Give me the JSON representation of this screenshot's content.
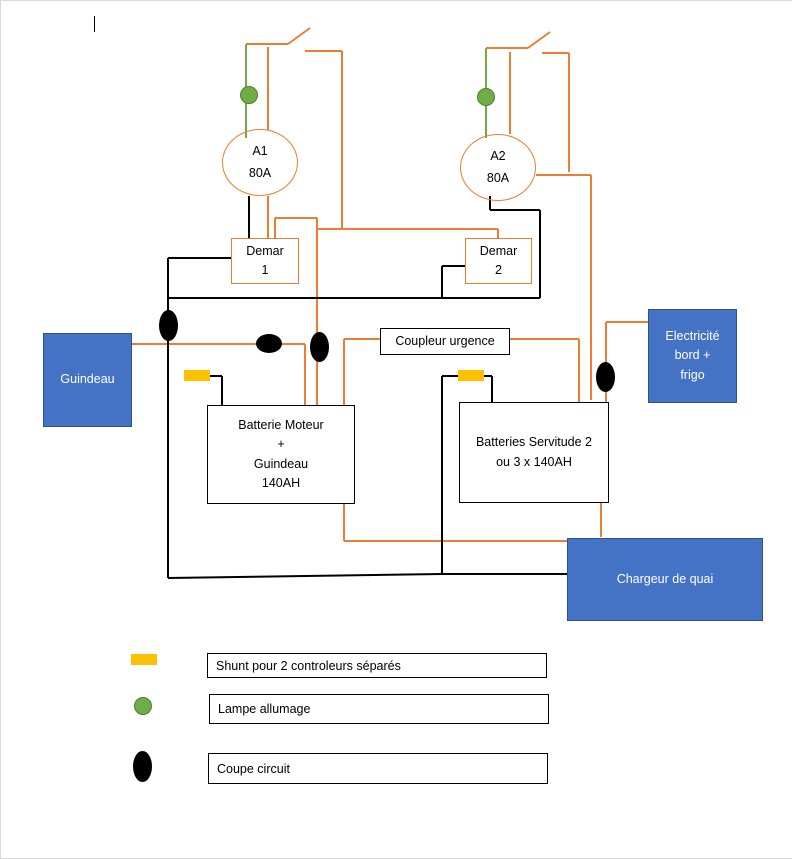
{
  "components": {
    "relay_a1": {
      "line1": "A1",
      "line2": "80A"
    },
    "relay_a2": {
      "line1": "A2",
      "line2": "80A"
    },
    "demar_1": {
      "line1": "Demar",
      "line2": "1"
    },
    "demar_2": {
      "line1": "Demar",
      "line2": "2"
    },
    "guindeau": "Guindeau",
    "coupleur": "Coupleur urgence",
    "electricite": {
      "line1": "Electricité",
      "line2": "bord +",
      "line3": "frigo"
    },
    "batterie_moteur": {
      "line1": "Batterie Moteur",
      "line2": "+",
      "line3": "Guindeau",
      "line4": "140AH"
    },
    "batteries_servitude": {
      "line1": "Batteries Servitude 2",
      "line2": "ou 3 x 140AH"
    },
    "chargeur": "Chargeur de quai"
  },
  "legend": [
    {
      "symbol": "shunt",
      "label": "Shunt pour 2 controleurs séparés"
    },
    {
      "symbol": "lamp",
      "label": "Lampe allumage"
    },
    {
      "symbol": "fuse",
      "label": "Coupe circuit"
    }
  ],
  "colors": {
    "orange_wire": "#ed7d31",
    "black_wire": "#000000",
    "green_wire": "#70ad47",
    "blue_box": "#4472c4",
    "shunt": "#ffc000",
    "lamp": "#70ad47"
  }
}
